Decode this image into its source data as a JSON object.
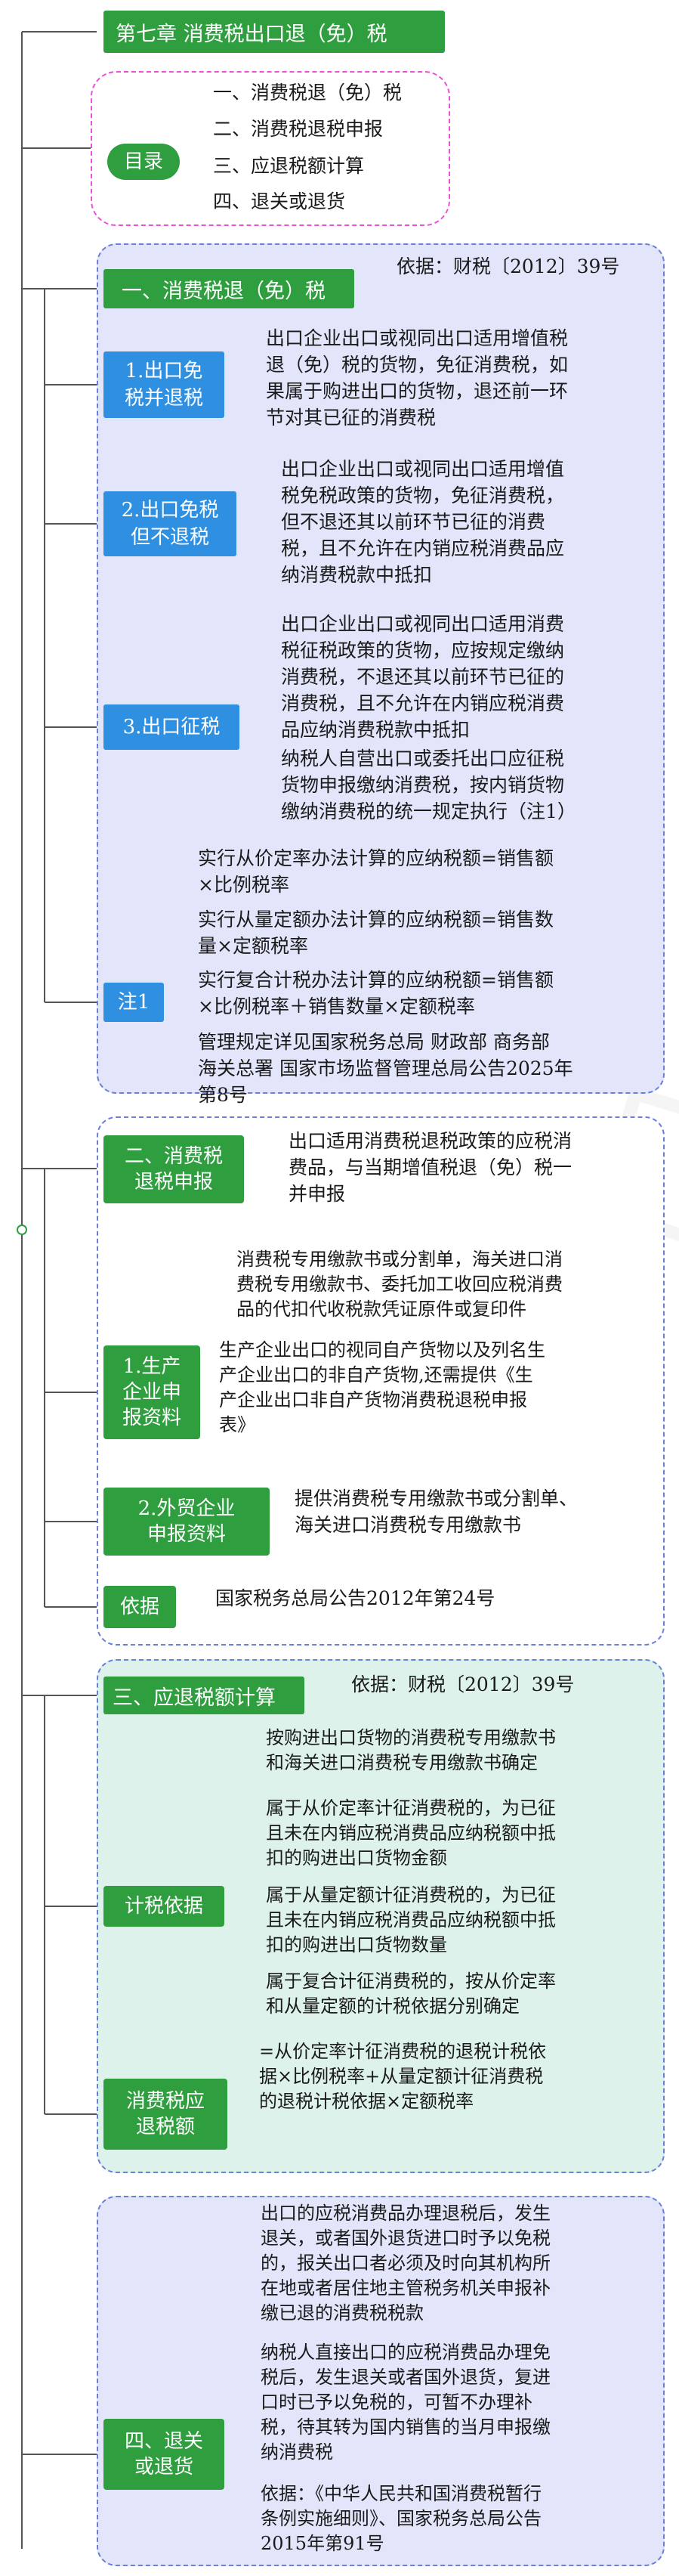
{
  "chapter_title": "第七章 消费税出口退（免）税",
  "toc": {
    "label": "目录",
    "items": [
      "一、消费税退（免）税",
      "二、消费税退税申报",
      "三、应退税额计算",
      "四、退关或退货"
    ]
  },
  "section1": {
    "title": "一、消费税退（免）税",
    "basis": "依据：财税〔2012〕39号",
    "nodes": [
      {
        "label": [
          "1.出口免",
          "税并退税"
        ],
        "text": [
          "出口企业出口或视同出口适用增值税",
          "退（免）税的货物，免征消费税，如",
          "果属于购进出口的货物，退还前一环",
          "节对其已征的消费税"
        ]
      },
      {
        "label": [
          "2.出口免税",
          "但不退税"
        ],
        "text": [
          "出口企业出口或视同出口适用增值",
          "税免税政策的货物，免征消费税，",
          "但不退还其以前环节已征的消费",
          "税，且不允许在内销应税消费品应",
          "纳消费税款中抵扣"
        ]
      },
      {
        "label": [
          "3.出口征税"
        ],
        "text": [
          "出口企业出口或视同出口适用消费",
          "税征税政策的货物，应按规定缴纳",
          "消费税，不退还其以前环节已征的",
          "消费税，且不允许在内销应税消费",
          "品应纳消费税款中抵扣"
        ],
        "text2": [
          "纳税人自营出口或委托出口应征税",
          "货物申报缴纳消费税，按内销货物",
          "缴纳消费税的统一规定执行（注1）"
        ]
      }
    ],
    "note": {
      "label": "注1",
      "items": [
        [
          "实行从价定率办法计算的应纳税额=销售额",
          "×比例税率"
        ],
        [
          "实行从量定额办法计算的应纳税额=销售数",
          "量×定额税率"
        ],
        [
          "实行复合计税办法计算的应纳税额=销售额",
          "×比例税率＋销售数量×定额税率"
        ],
        [
          "管理规定详见国家税务总局 财政部 商务部",
          "海关总署 国家市场监督管理总局公告2025年",
          "第8号"
        ]
      ]
    }
  },
  "section2": {
    "title": [
      "二、消费税",
      "退税申报"
    ],
    "text": [
      "出口适用消费税退税政策的应税消",
      "费品，与当期增值税退（免）税一",
      "并申报"
    ],
    "producer": {
      "label": [
        "1.生产",
        "企业申",
        "报资料"
      ],
      "items": [
        [
          "消费税专用缴款书或分割单，海关进口消",
          "费税专用缴款书、委托加工收回应税消费",
          "品的代扣代收税款凭证原件或复印件"
        ],
        [
          "生产企业出口的视同自产货物以及列名生",
          "产企业出口的非自产货物,还需提供《生",
          "产企业出口非自产货物消费税退税申报",
          "表》"
        ]
      ]
    },
    "trade": {
      "label": [
        "2.外贸企业",
        "申报资料"
      ],
      "text": [
        "提供消费税专用缴款书或分割单、",
        "海关进口消费税专用缴款书"
      ]
    },
    "basis": {
      "label": "依据",
      "text": "国家税务总局公告2012年第24号"
    }
  },
  "section3": {
    "title": "三、应退税额计算",
    "basis": "依据：财税〔2012〕39号",
    "tax_basis": {
      "label": "计税依据",
      "items": [
        [
          "按购进出口货物的消费税专用缴款书",
          "和海关进口消费税专用缴款书确定"
        ],
        [
          "属于从价定率计征消费税的，为已征",
          "且未在内销应税消费品应纳税额中抵",
          "扣的购进出口货物金额"
        ],
        [
          "属于从量定额计征消费税的，为已征",
          "且未在内销应税消费品应纳税额中抵",
          "扣的购进出口货物数量"
        ],
        [
          "属于复合计征消费税的，按从价定率",
          "和从量定额的计税依据分别确定"
        ]
      ]
    },
    "refund": {
      "label": [
        "消费税应",
        "退税额"
      ],
      "text": [
        "=从价定率计征消费税的退税计税依",
        "据×比例税率+从量定额计征消费税",
        "的退税计税依据×定额税率"
      ]
    }
  },
  "section4": {
    "title": [
      "四、退关",
      "或退货"
    ],
    "items": [
      [
        "出口的应税消费品办理退税后，发生",
        "退关，或者国外退货进口时予以免税",
        "的，报关出口者必须及时向其机构所",
        "在地或者居住地主管税务机关申报补",
        "缴已退的消费税税款"
      ],
      [
        "纳税人直接出口的应税消费品办理免",
        "税后，发生退关或者国外退货，复进",
        "口时已予以免税的，可暂不办理补",
        "税，待其转为国内销售的当月申报缴",
        "纳消费税"
      ],
      [
        "依据：《中华人民共和国消费税暂行",
        "条例实施细则》、国家税务总局公告",
        "2015年第91号"
      ]
    ]
  },
  "colors": {
    "green": "#2e9e3f",
    "blue": "#2f8fe0",
    "lavender": "#e3e6fb",
    "teal": "#def2ec",
    "pink": "#f04dd8"
  }
}
